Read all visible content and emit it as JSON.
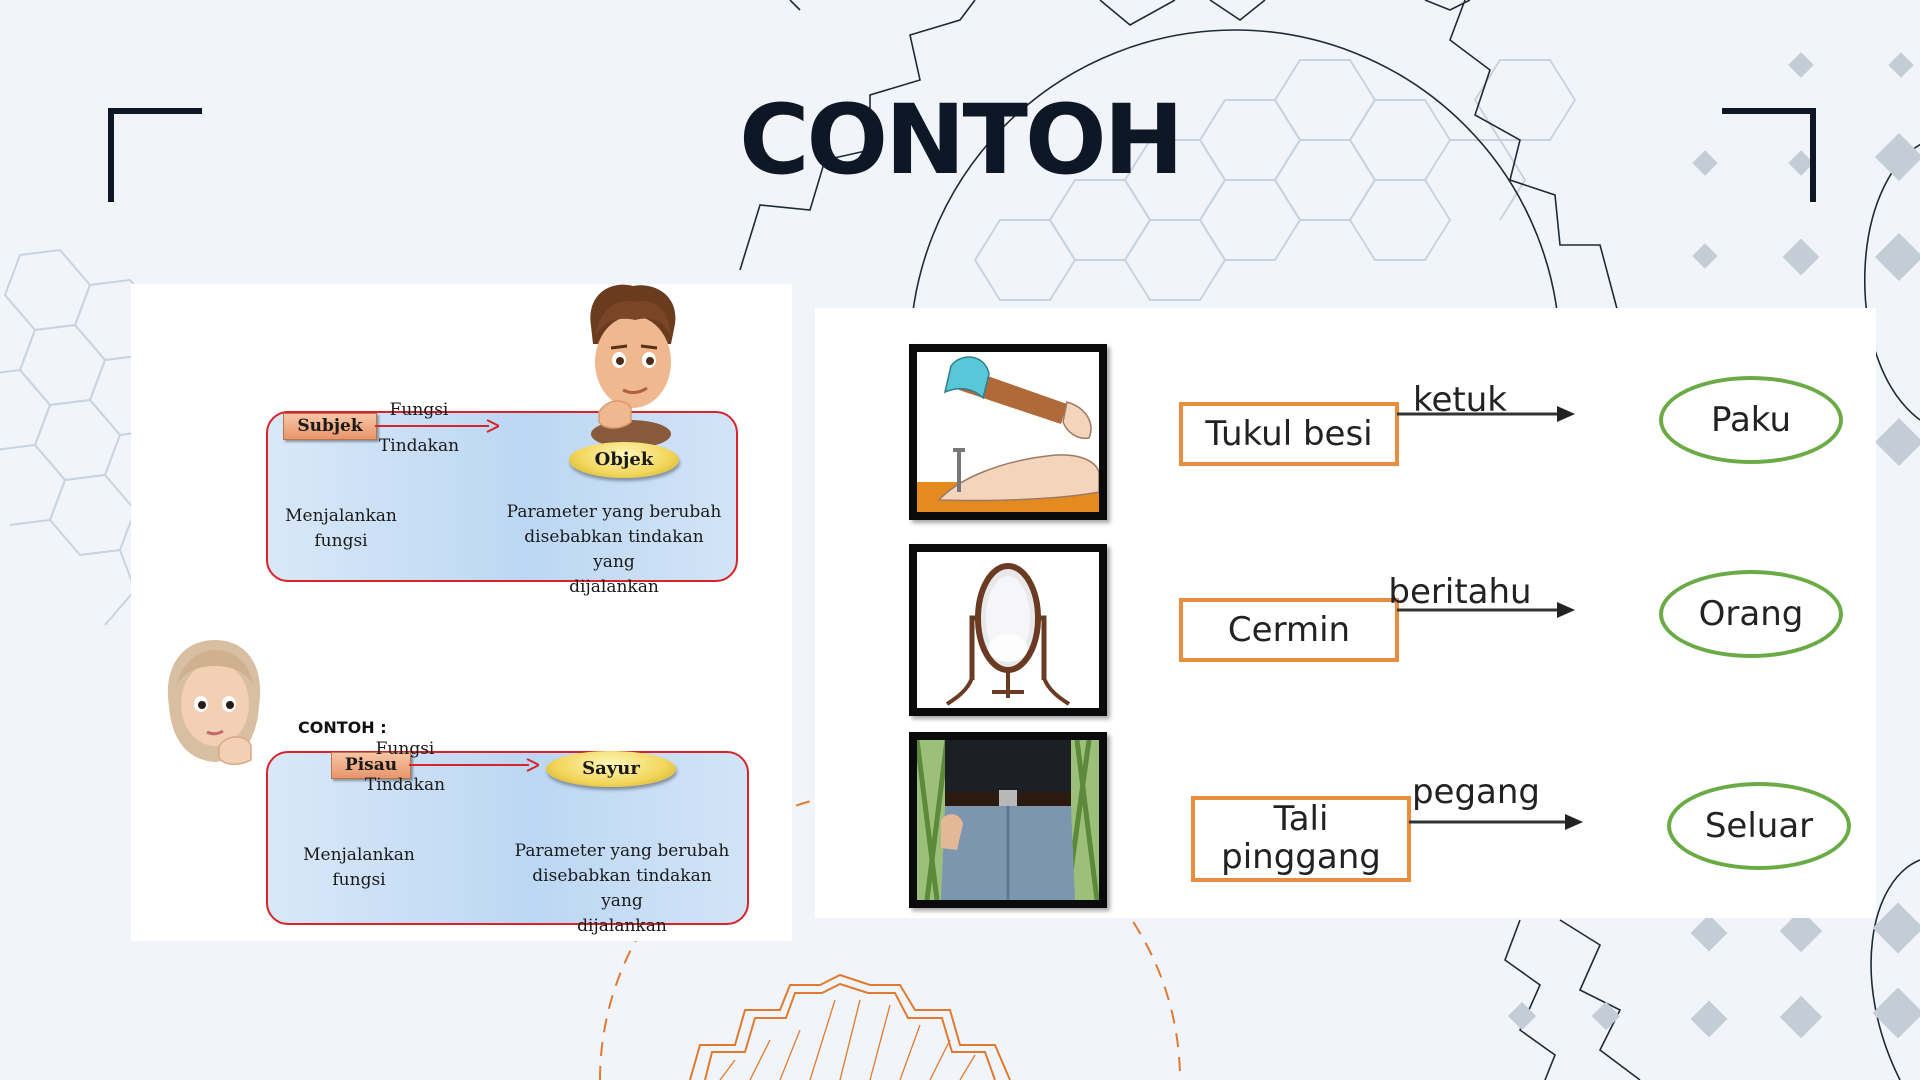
{
  "title": "CONTOH",
  "left_panel": {
    "top": {
      "subject": "Subjek",
      "verb_top": "Fungsi",
      "verb_bottom": "Tindakan",
      "object": "Objek",
      "subject_note_line1": "Menjalankan",
      "subject_note_line2": "fungsi",
      "object_note_line1": "Parameter yang berubah",
      "object_note_line2": "disebabkan tindakan yang",
      "object_note_line3": "dijalankan"
    },
    "example_label": "CONTOH :",
    "bottom": {
      "subject": "Pisau",
      "verb_top": "Fungsi",
      "verb_bottom": "Tindakan",
      "object": "Sayur",
      "subject_note_line1": "Menjalankan",
      "subject_note_line2": "fungsi",
      "object_note_line1": "Parameter yang berubah",
      "object_note_line2": "disebabkan tindakan yang",
      "object_note_line3": "dijalankan"
    }
  },
  "right_panel": {
    "rows": [
      {
        "subject": "Tukul besi",
        "action": "ketuk",
        "object": "Paku",
        "image_icon": "hammer-nail-icon"
      },
      {
        "subject": "Cermin",
        "action": "beritahu",
        "object": "Orang",
        "image_icon": "mirror-icon"
      },
      {
        "subject_line1": "Tali",
        "subject_line2": "pinggang",
        "action": "pegang",
        "object": "Seluar",
        "image_icon": "belt-jeans-icon"
      }
    ]
  },
  "colors": {
    "title": "#0e1726",
    "background": "#f1f5fa",
    "red_outline": "#d8232a",
    "orange_box": "#e88d3d",
    "green_oval": "#6aab45",
    "orange_dashed": "#e07a30"
  }
}
